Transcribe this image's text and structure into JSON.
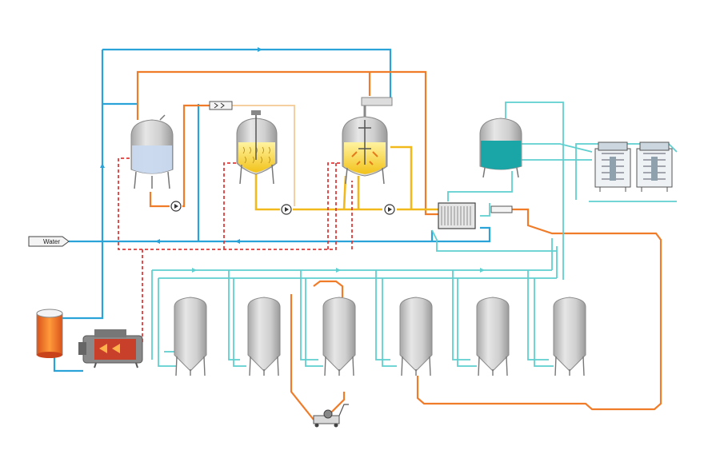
{
  "inlet": {
    "label": "Water"
  },
  "colors": {
    "cold_water": "#2aa3d8",
    "hot_water": "#f07c2a",
    "steam_dashed": "#e03a3a",
    "wort": "#f2b91c",
    "wort_light": "#f6d9a6",
    "glycol": "#5fcfcf",
    "tank_body": "#c9c9c9",
    "hot_liquor": "#c9d9ef",
    "cold_liquor": "#1aa6a6",
    "boiler_red": "#d2402a",
    "heater_orange": "#f07a1a"
  },
  "equipment": {
    "hot_water_tank": "hot-water-tank",
    "mash_tun": "mash-tun",
    "kettle": "boil-kettle",
    "cold_water_tank": "cold-water-tank",
    "heat_exchanger": "plate-heat-exchanger",
    "boiler": "steam-boiler",
    "water_heater": "water-heater",
    "chillers": [
      "chiller-unit-1",
      "chiller-unit-2"
    ],
    "fermenters": 6,
    "cip_cart": "cip-pump-cart"
  }
}
